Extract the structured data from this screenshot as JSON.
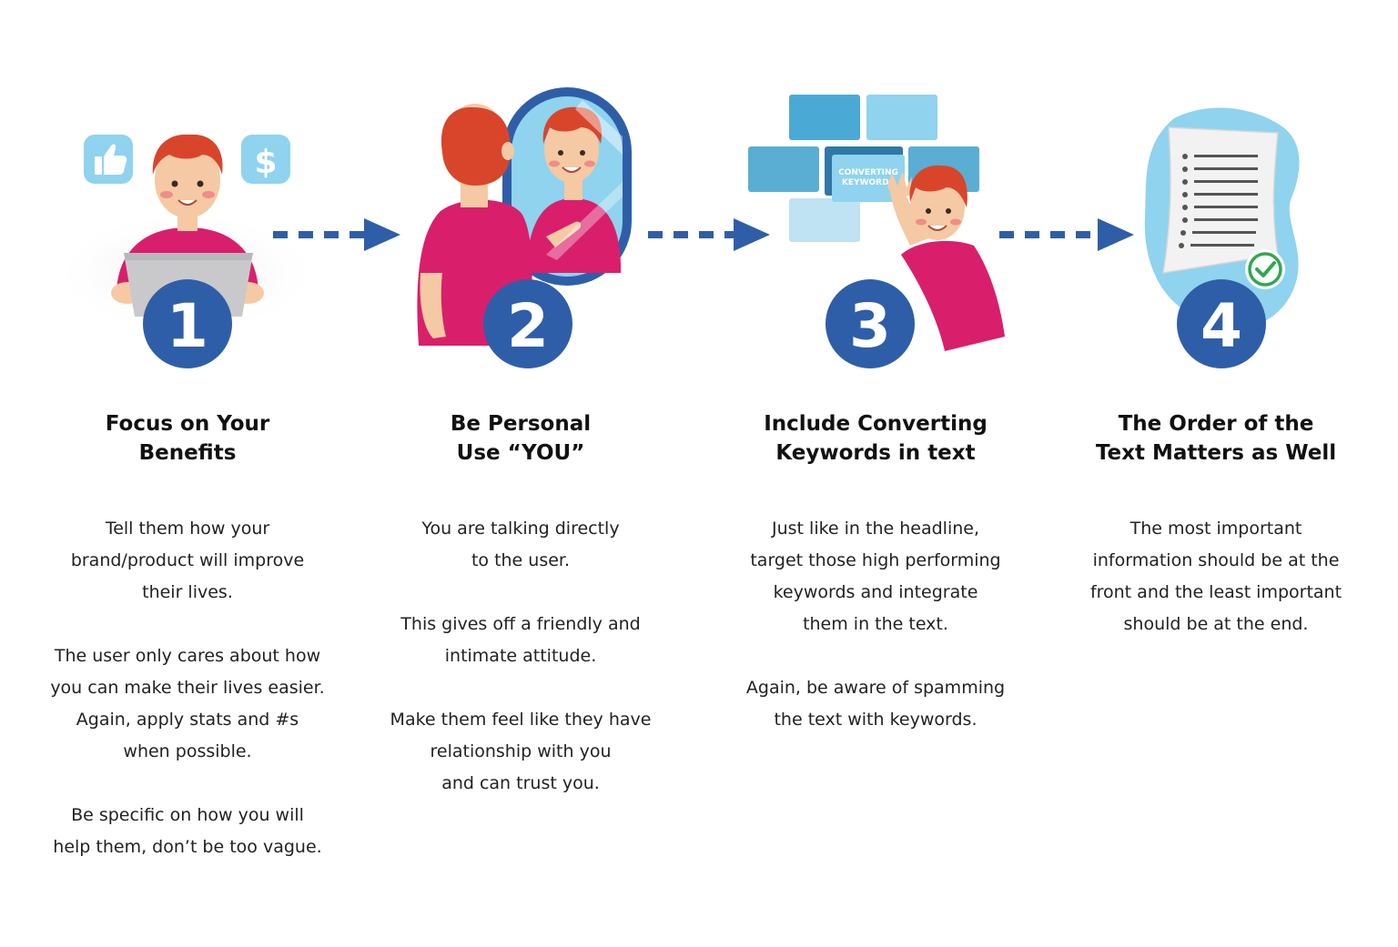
{
  "colors": {
    "accent_blue": "#2f5ea9",
    "shirt_pink": "#d91f6b",
    "hair": "#d9452b",
    "skin": "#f5c9a3",
    "light_blue": "#8fd3ee",
    "mid_blue": "#4ba9d6"
  },
  "steps": [
    {
      "number": "1",
      "icons": [
        "thumbs-up-icon",
        "dollar-icon",
        "laptop-icon"
      ],
      "title": [
        "Focus on Your",
        "Benefits"
      ],
      "paragraphs": [
        [
          "Tell them how your",
          "brand/product will improve",
          "their lives."
        ],
        [
          "The user only cares about how",
          "you can make their lives easier.",
          "Again, apply stats and #s",
          "when possible."
        ],
        [
          "Be specific on how you will",
          "help them, don’t be too vague."
        ]
      ]
    },
    {
      "number": "2",
      "icons": [
        "mirror-icon"
      ],
      "title": [
        "Be Personal",
        "Use “YOU”"
      ],
      "paragraphs": [
        [
          "You are talking directly",
          "to the user."
        ],
        [
          "This gives off a friendly and",
          "intimate attitude."
        ],
        [
          "Make them feel like they have",
          "relationship with you",
          "and can trust you."
        ]
      ]
    },
    {
      "number": "3",
      "icons": [
        "keyword-block-icon"
      ],
      "keyword_label": [
        "CONVERTING",
        "KEYWORDS"
      ],
      "title": [
        "Include Converting",
        "Keywords in text"
      ],
      "paragraphs": [
        [
          "Just like in the headline,",
          "target those high performing",
          "keywords and integrate",
          "them in the text."
        ],
        [
          "Again, be aware of spamming",
          "the text with keywords."
        ]
      ]
    },
    {
      "number": "4",
      "icons": [
        "document-list-icon",
        "checkmark-icon"
      ],
      "title": [
        "The Order of the",
        "Text Matters as Well"
      ],
      "paragraphs": [
        [
          "The most important",
          "information should be at the",
          "front and the least important",
          "should be at the end."
        ]
      ]
    }
  ]
}
